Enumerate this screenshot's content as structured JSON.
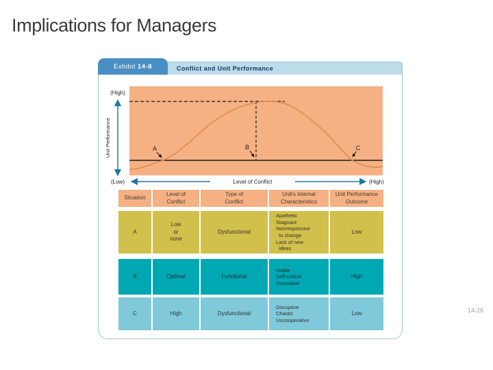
{
  "slide": {
    "title": "Implications for Managers",
    "page_number": "14-26"
  },
  "exhibit": {
    "tab_word": "Exhibit",
    "tab_number": "14-8",
    "title": "Conflict and Unit Performance"
  },
  "chart": {
    "y_axis": {
      "label": "Unit Performance",
      "high": "(High)",
      "low": "(Low)"
    },
    "x_axis": {
      "label": "Level of Conflict",
      "high": "(High)"
    },
    "points": [
      {
        "label": "A"
      },
      {
        "label": "B"
      },
      {
        "label": "C"
      }
    ]
  },
  "chart_data": {
    "type": "line",
    "title": "Conflict and Unit Performance",
    "xlabel": "Level of Conflict",
    "ylabel": "Unit Performance",
    "x_range_labels": [
      "(Low)",
      "(High)"
    ],
    "y_range_labels": [
      "(Low)",
      "(High)"
    ],
    "shape": "inverted-U curve rising from below baseline, peaking, returning below baseline",
    "x": [
      0.0,
      0.13,
      0.3,
      0.5,
      0.6,
      0.88,
      1.0
    ],
    "y": [
      -0.12,
      0.0,
      0.45,
      0.95,
      1.0,
      0.0,
      -0.1
    ],
    "annotations": [
      {
        "label": "A",
        "x": 0.13,
        "y": 0.0
      },
      {
        "label": "B",
        "x": 0.5,
        "y": 0.0,
        "guides": "vertical dashed line from baseline to peak, horizontal dashed line at peak height"
      },
      {
        "label": "C",
        "x": 0.88,
        "y": 0.0
      }
    ],
    "legend_position": "none",
    "grid": false
  },
  "table": {
    "headers": [
      "Situation",
      "Level of\nConflict",
      "Type of\nConflict",
      "Unit's Internal\nCharacteristics",
      "Unit Performance\nOutcome"
    ],
    "rows": [
      {
        "situation": "A",
        "level": "Low\nor\nnone",
        "type": "Dysfunctional",
        "characteristics": "Apathetic\nStagnant\nNonresponsive\n  to change\nLack of new\n  ideas",
        "outcome": "Low"
      },
      {
        "situation": "B",
        "level": "Optimal",
        "type": "Functional",
        "characteristics": "Viable\nSelf-critical\nInnovative",
        "outcome": "High"
      },
      {
        "situation": "C",
        "level": "High",
        "type": "Dysfunctional",
        "characteristics": "Disruptive\nChaotic\nUncooperative",
        "outcome": "Low"
      }
    ]
  },
  "colors": {
    "exhibit_tab_blue": "#4A8FC4",
    "exhibit_strip_blue": "#BDDCEA",
    "exhibit_strip_text": "#17365D",
    "exhibit_border": "#9FC3D8",
    "plot_background": "#F5B183",
    "curve_orange": "#E08A4F",
    "axis_arrow_blue": "#2176A5",
    "header_peach": "#F5B183",
    "row_a_olive": "#D1C04B",
    "row_b_teal": "#00A8B3",
    "row_c_cyan": "#7FC9DB",
    "page_number_gray": "#9e9e9e"
  }
}
